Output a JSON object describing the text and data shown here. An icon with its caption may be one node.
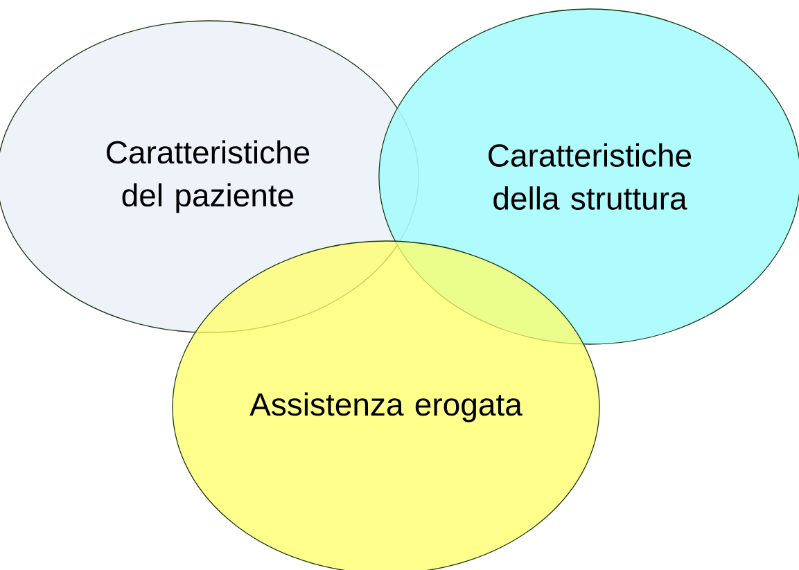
{
  "diagram": {
    "nodes": [
      {
        "text": [
          "Caratteristiche del paziente"
        ]
      },
      {
        "text": [
          "Caratteristiche della struttura"
        ]
      },
      {
        "text": [
          "Assistenza erogata"
        ]
      }
    ]
  }
}
